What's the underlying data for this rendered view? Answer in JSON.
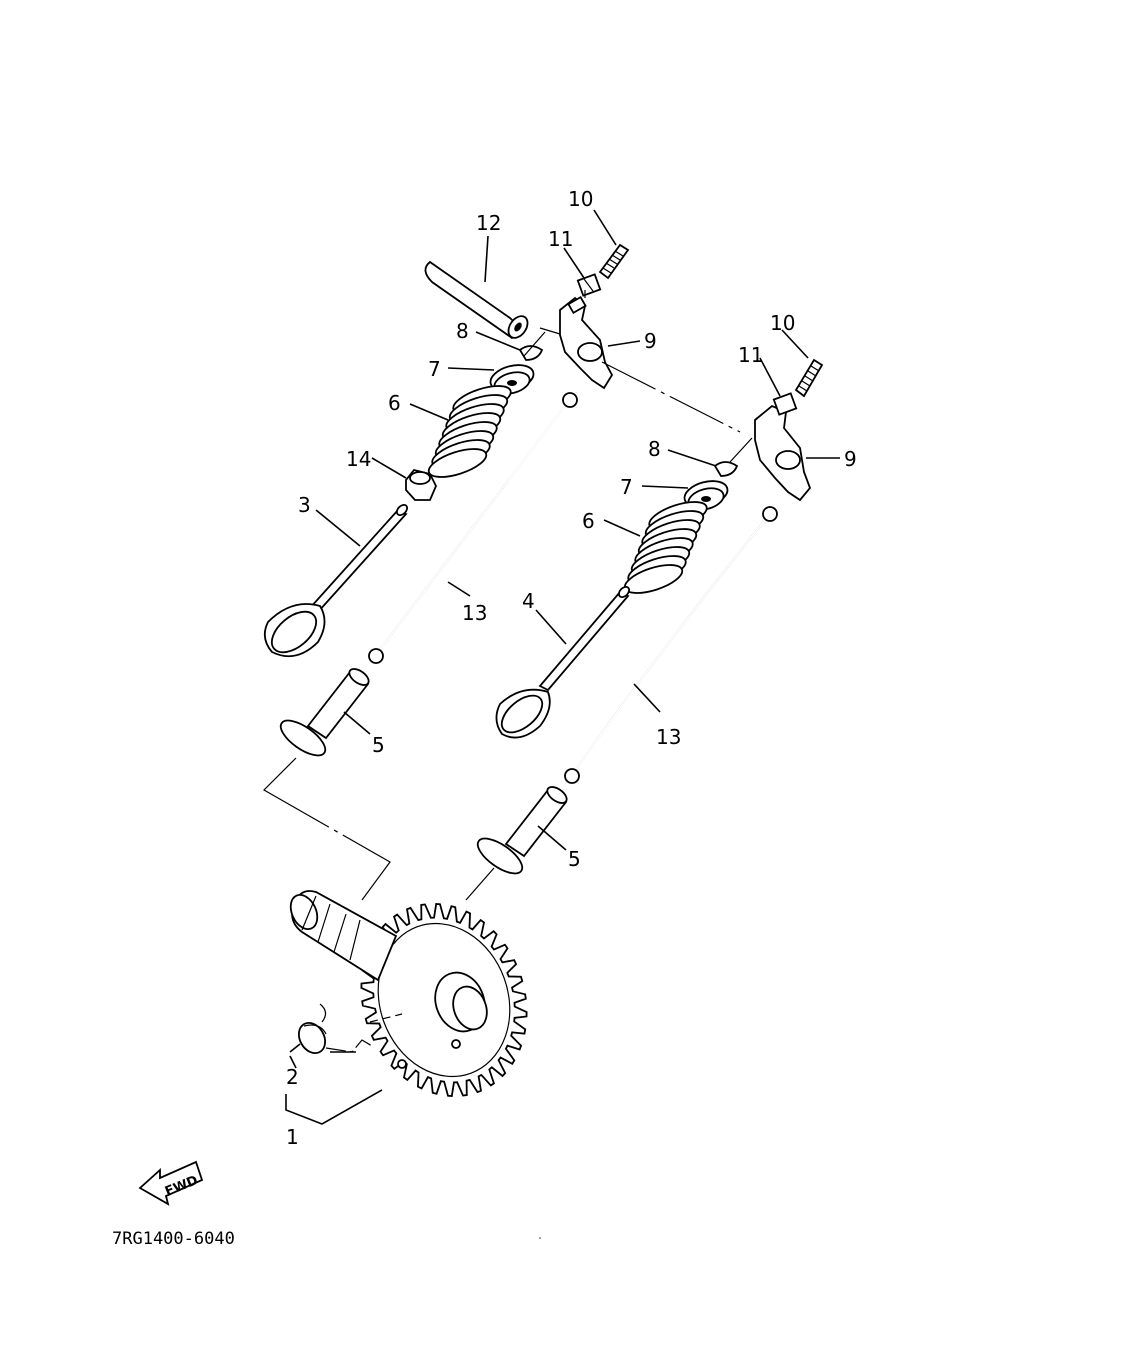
{
  "diagram": {
    "doc_code": "7RG1400-6040",
    "fwd_arrow_text": "FWD",
    "callouts": [
      {
        "id": "c1",
        "text": "1"
      },
      {
        "id": "c2",
        "text": "2"
      },
      {
        "id": "c3",
        "text": "3"
      },
      {
        "id": "c4",
        "text": "4"
      },
      {
        "id": "c5a",
        "text": "5"
      },
      {
        "id": "c5b",
        "text": "5"
      },
      {
        "id": "c6a",
        "text": "6"
      },
      {
        "id": "c6b",
        "text": "6"
      },
      {
        "id": "c7a",
        "text": "7"
      },
      {
        "id": "c7b",
        "text": "7"
      },
      {
        "id": "c8a",
        "text": "8"
      },
      {
        "id": "c8b",
        "text": "8"
      },
      {
        "id": "c9a",
        "text": "9"
      },
      {
        "id": "c9b",
        "text": "9"
      },
      {
        "id": "c10a",
        "text": "10"
      },
      {
        "id": "c10b",
        "text": "10"
      },
      {
        "id": "c11a",
        "text": "11"
      },
      {
        "id": "c11b",
        "text": "11"
      },
      {
        "id": "c12",
        "text": "12"
      },
      {
        "id": "c13a",
        "text": "13"
      },
      {
        "id": "c13b",
        "text": "13"
      },
      {
        "id": "c14",
        "text": "14"
      }
    ]
  }
}
